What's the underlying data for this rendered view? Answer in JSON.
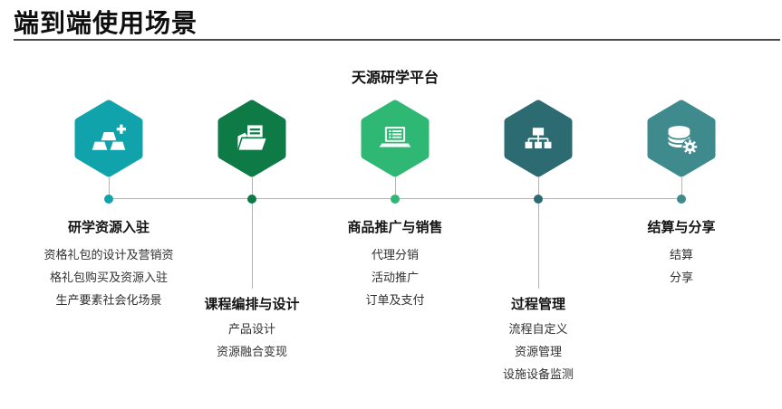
{
  "slide": {
    "title": "端到端使用场景",
    "platform_title": "天源研学平台"
  },
  "colors": {
    "timeline": "#b3b3b3",
    "rule": "#4a4a4a"
  },
  "stages": [
    {
      "title": "研学资源入驻",
      "icon": "gold-bars-plus-icon",
      "color": "#10a3ab",
      "items": [
        "资格礼包的设计及营销资",
        "格礼包购买及资源入驻",
        "生产要素社会化场景"
      ]
    },
    {
      "title": "课程编排与设计",
      "icon": "open-folder-document-icon",
      "color": "#0e7b46",
      "items": [
        "产品设计",
        "资源融合变现"
      ]
    },
    {
      "title": "商品推广与销售",
      "icon": "laptop-list-icon",
      "color": "#2eb873",
      "items": [
        "代理分销",
        "活动推广",
        "订单及支付"
      ]
    },
    {
      "title": "过程管理",
      "icon": "sitemap-icon",
      "color": "#2d6b72",
      "items": [
        "流程自定义",
        "资源管理",
        "设施设备监测"
      ]
    },
    {
      "title": "结算与分享",
      "icon": "database-gear-icon",
      "color": "#3e8a8c",
      "items": [
        "结算",
        "分享"
      ]
    }
  ]
}
